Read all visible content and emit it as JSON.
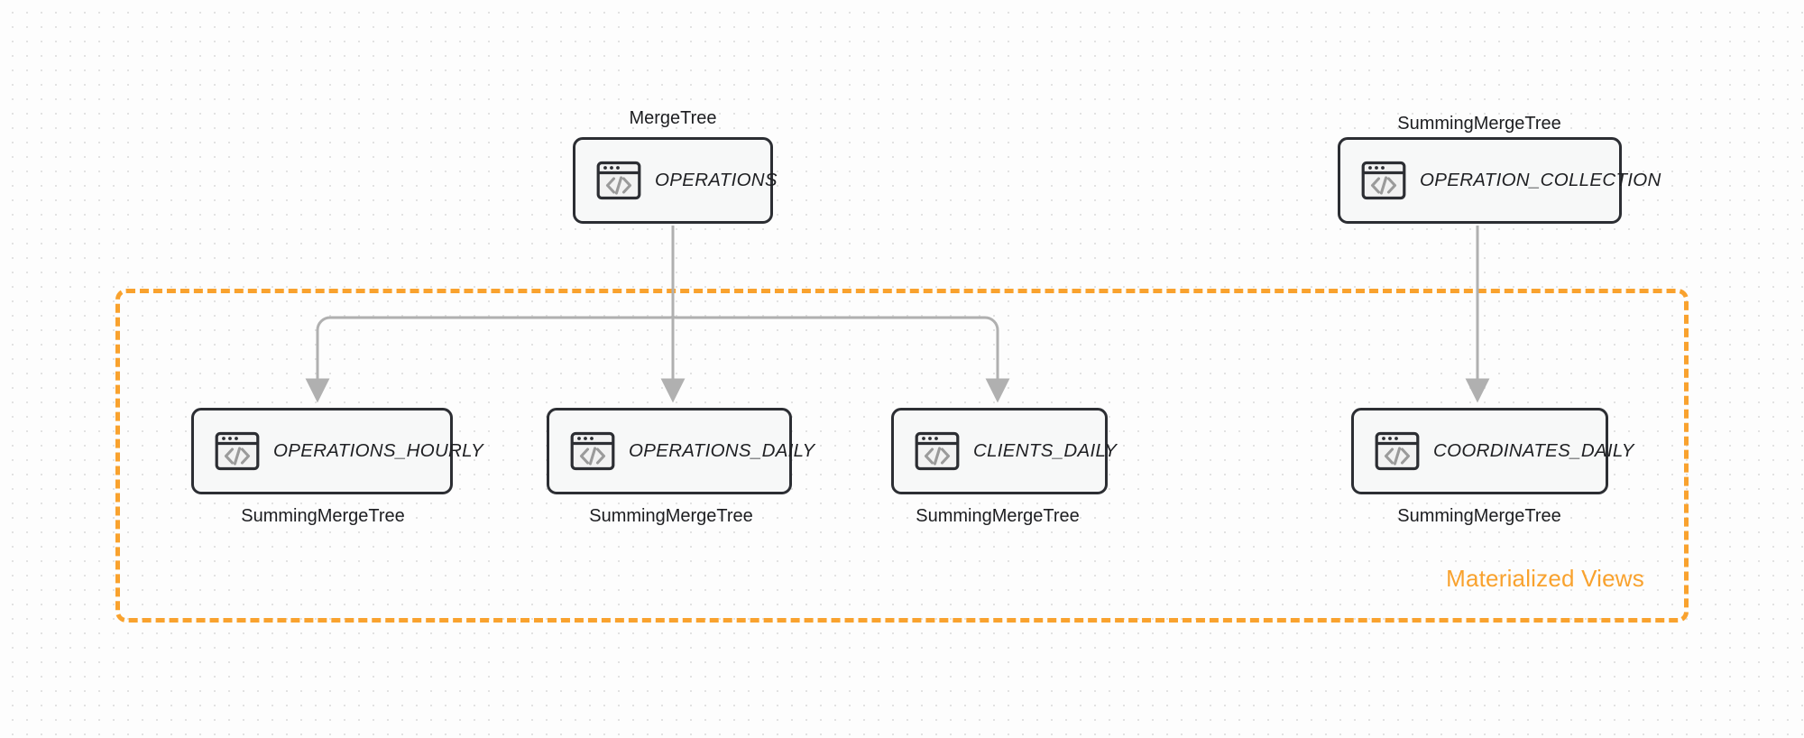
{
  "diagram": {
    "title": "ClickHouse table and materialized view lineage",
    "colors": {
      "node_border": "#2c2e33",
      "node_fill": "#f7f8f8",
      "edge": "#b0b0b0",
      "group_accent": "#f9a22e",
      "canvas": "#fdfdfd"
    },
    "group": {
      "label": "Materialized Views",
      "border_style": "dashed"
    },
    "nodes": [
      {
        "id": "operations",
        "label": "OPERATIONS",
        "caption": "MergeTree",
        "caption_position": "above",
        "icon": "code-window-icon"
      },
      {
        "id": "operation_collection",
        "label": "OPERATION_COLLECTION",
        "caption": "SummingMergeTree",
        "caption_position": "above",
        "icon": "code-window-icon"
      },
      {
        "id": "operations_hourly",
        "label": "OPERATIONS_HOURLY",
        "caption": "SummingMergeTree",
        "caption_position": "below",
        "icon": "code-window-icon"
      },
      {
        "id": "operations_daily",
        "label": "OPERATIONS_DAILY",
        "caption": "SummingMergeTree",
        "caption_position": "below",
        "icon": "code-window-icon"
      },
      {
        "id": "clients_daily",
        "label": "CLIENTS_DAILY",
        "caption": "SummingMergeTree",
        "caption_position": "below",
        "icon": "code-window-icon"
      },
      {
        "id": "coordinates_daily",
        "label": "COORDINATES_DAILY",
        "caption": "SummingMergeTree",
        "caption_position": "below",
        "icon": "code-window-icon"
      }
    ],
    "edges": [
      {
        "from": "operations",
        "to": "operations_hourly"
      },
      {
        "from": "operations",
        "to": "operations_daily"
      },
      {
        "from": "operations",
        "to": "clients_daily"
      },
      {
        "from": "operation_collection",
        "to": "coordinates_daily"
      }
    ]
  }
}
